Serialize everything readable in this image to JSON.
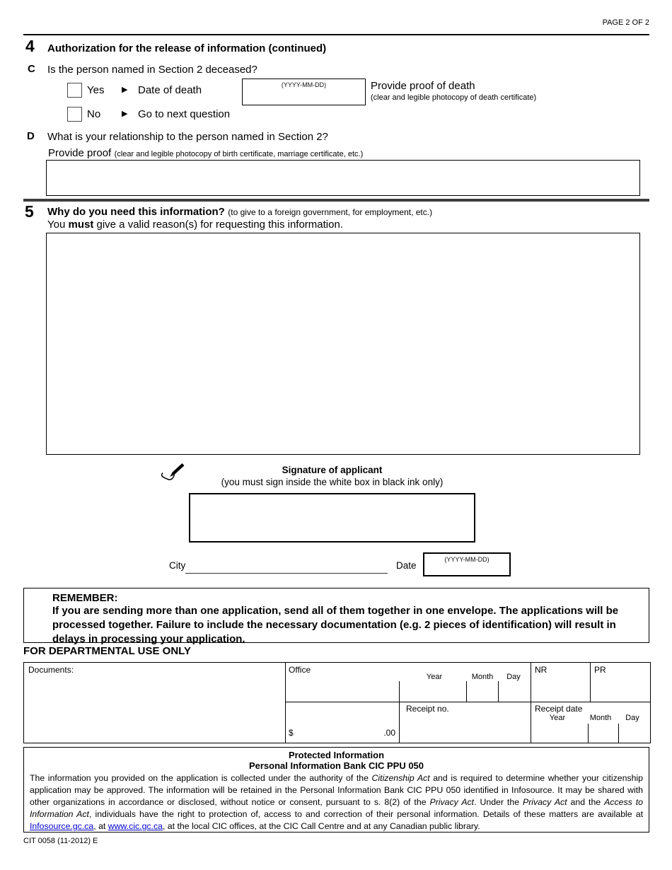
{
  "header": {
    "page_label": "PAGE 2 OF 2"
  },
  "icons": {
    "arrow_right": "▶",
    "signature_pen": "writing-hand-with-pen"
  },
  "section4": {
    "number": "4",
    "title": "Authorization for the release of information (continued)",
    "question_c": {
      "letter": "C",
      "question": "Is the person named in Section 2 deceased?",
      "yes": {
        "label": "Yes",
        "action": "Date of death"
      },
      "no": {
        "label": "No",
        "action": "Go to next question"
      },
      "date_format": "(YYYY-MM-DD)",
      "proof_title": "Provide proof of death",
      "proof_note": "(clear and legible photocopy of death certificate)"
    },
    "question_d": {
      "letter": "D",
      "question": "What is your relationship to the person named in Section 2?",
      "proof_label": "Provide proof",
      "proof_note": "(clear and legible photocopy of birth certificate, marriage certificate, etc.)"
    }
  },
  "section5": {
    "number": "5",
    "title": "Why do you need this information?",
    "title_note": "(to give to a foreign government, for employment, etc.)",
    "instruction": [
      {
        "text": "You "
      },
      {
        "text": "must",
        "style": "bold"
      },
      {
        "text": " give a valid reason(s) for requesting this information."
      }
    ]
  },
  "signature": {
    "title": "Signature of applicant",
    "note": "(you must sign inside the white box in black ink only)",
    "city_label": "City",
    "date_label": "Date",
    "date_format": "(YYYY-MM-DD)"
  },
  "remember": {
    "title": "REMEMBER:",
    "body": "If you are sending more than one application, send all of them together in one envelope. The applications will be processed together. Failure to include the necessary documentation (e.g. 2 pieces of identification) will result in delays in processing your application."
  },
  "departmental": {
    "title": "FOR DEPARTMENTAL USE ONLY",
    "documents_label": "Documents:",
    "office_label": "Office",
    "nr_label": "NR",
    "pr_label": "PR",
    "year_label": "Year",
    "month_label": "Month",
    "day_label": "Day",
    "currency_symbol": "$",
    "cents_suffix": ".00",
    "receipt_no_label": "Receipt no.",
    "receipt_date_label": "Receipt date"
  },
  "protected_info": {
    "title": "Protected Information",
    "subtitle": "Personal Information Bank CIC PPU 050",
    "link_color": "#0000cc",
    "paragraph": [
      {
        "text": "The information you provided on the application is collected under the authority of the "
      },
      {
        "text": "Citizenship Act",
        "style": "italic"
      },
      {
        "text": " and is required to determine whether your citizenship application may be approved. The information will be retained in the Personal Information Bank CIC PPU 050 identified in Infosource. It may be shared with other organizations in accordance or disclosed, without notice or consent, pursuant to s. 8(2) of the "
      },
      {
        "text": "Privacy Act",
        "style": "italic"
      },
      {
        "text": ". Under the "
      },
      {
        "text": "Privacy Act",
        "style": "italic"
      },
      {
        "text": " and the "
      },
      {
        "text": "Access to Information Act",
        "style": "italic"
      },
      {
        "text": ", individuals have the right to protection of, access to and correction of their personal information. Details of these matters are available at "
      },
      {
        "text": "Infosource.gc.ca",
        "style": "link",
        "name": "link-infosource"
      },
      {
        "text": ", at "
      },
      {
        "text": "www.cic.gc.ca",
        "style": "link",
        "name": "link-cic"
      },
      {
        "text": ", at the local CIC offices, at the CIC Call Centre and at any Canadian public library."
      }
    ]
  },
  "footer": {
    "form_code": "CIT 0058 (11-2012) E"
  }
}
